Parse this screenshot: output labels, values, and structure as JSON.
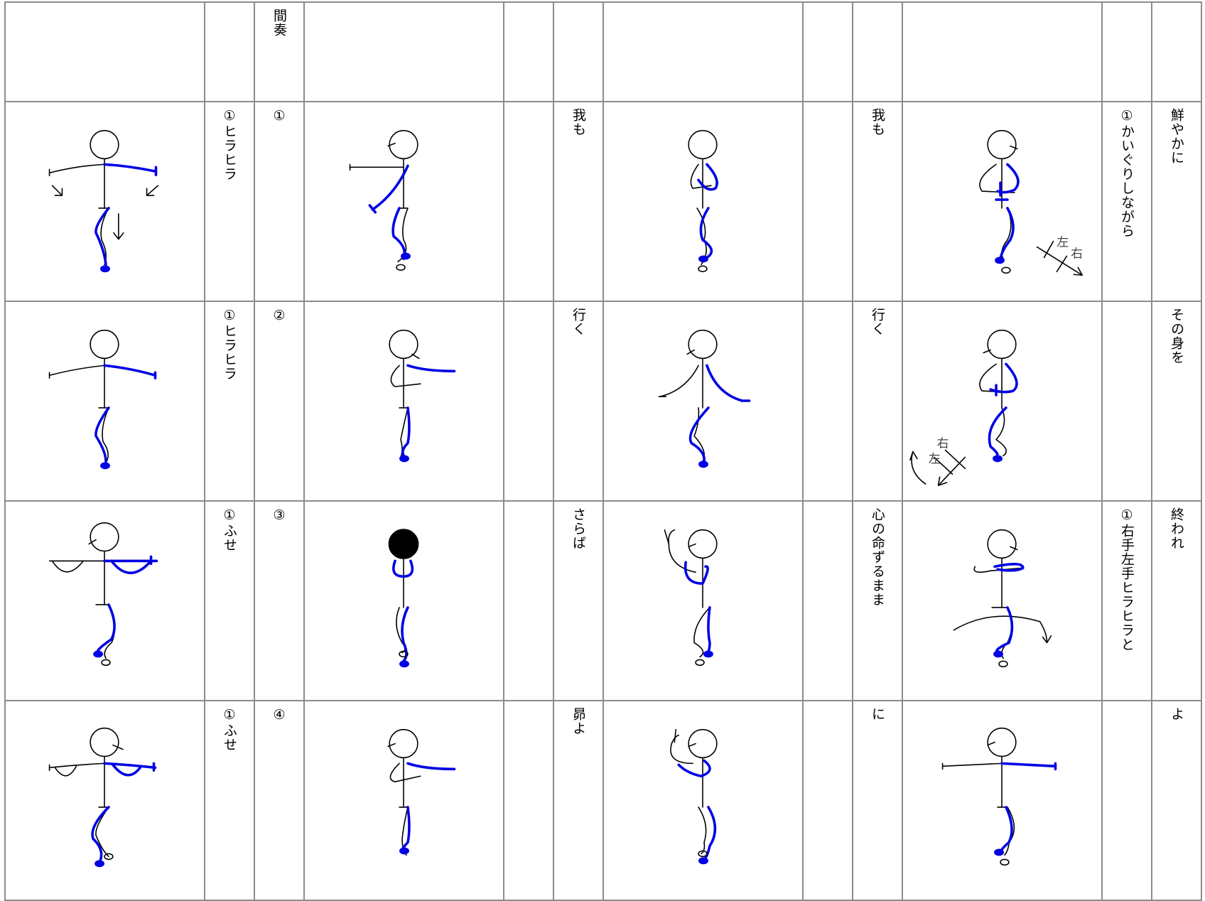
{
  "header": {
    "interlude_label": "間奏"
  },
  "rows": [
    {
      "a_step": "①ヒラヒラ",
      "b_step": "①",
      "c_lyric": "我も",
      "d_lyric": "我も",
      "e_step": "①かいぐりしながら",
      "f_lyric": "鮮やかに",
      "hint_left": "左",
      "hint_right": "右"
    },
    {
      "a_step": "①ヒラヒラ",
      "b_step": "②",
      "c_lyric": "行く",
      "d_lyric": "行く",
      "e_step": "",
      "f_lyric": "その身を",
      "hint_left": "左",
      "hint_right": "右"
    },
    {
      "a_step": "①ふせ",
      "b_step": "③",
      "c_lyric": "さらば",
      "d_lyric": "心の命ずるまま",
      "e_step": "①右手左手ヒラヒラと",
      "f_lyric": "終われ"
    },
    {
      "a_step": "①ふせ",
      "b_step": "④",
      "c_lyric": "昴よ",
      "d_lyric": "に",
      "e_step": "",
      "f_lyric": "よ"
    }
  ],
  "colors": {
    "grid": "#8c8c8c",
    "figure": "#000000",
    "highlight": "#0000e6"
  },
  "icons": [
    "stick-figure",
    "arrow-icon"
  ]
}
